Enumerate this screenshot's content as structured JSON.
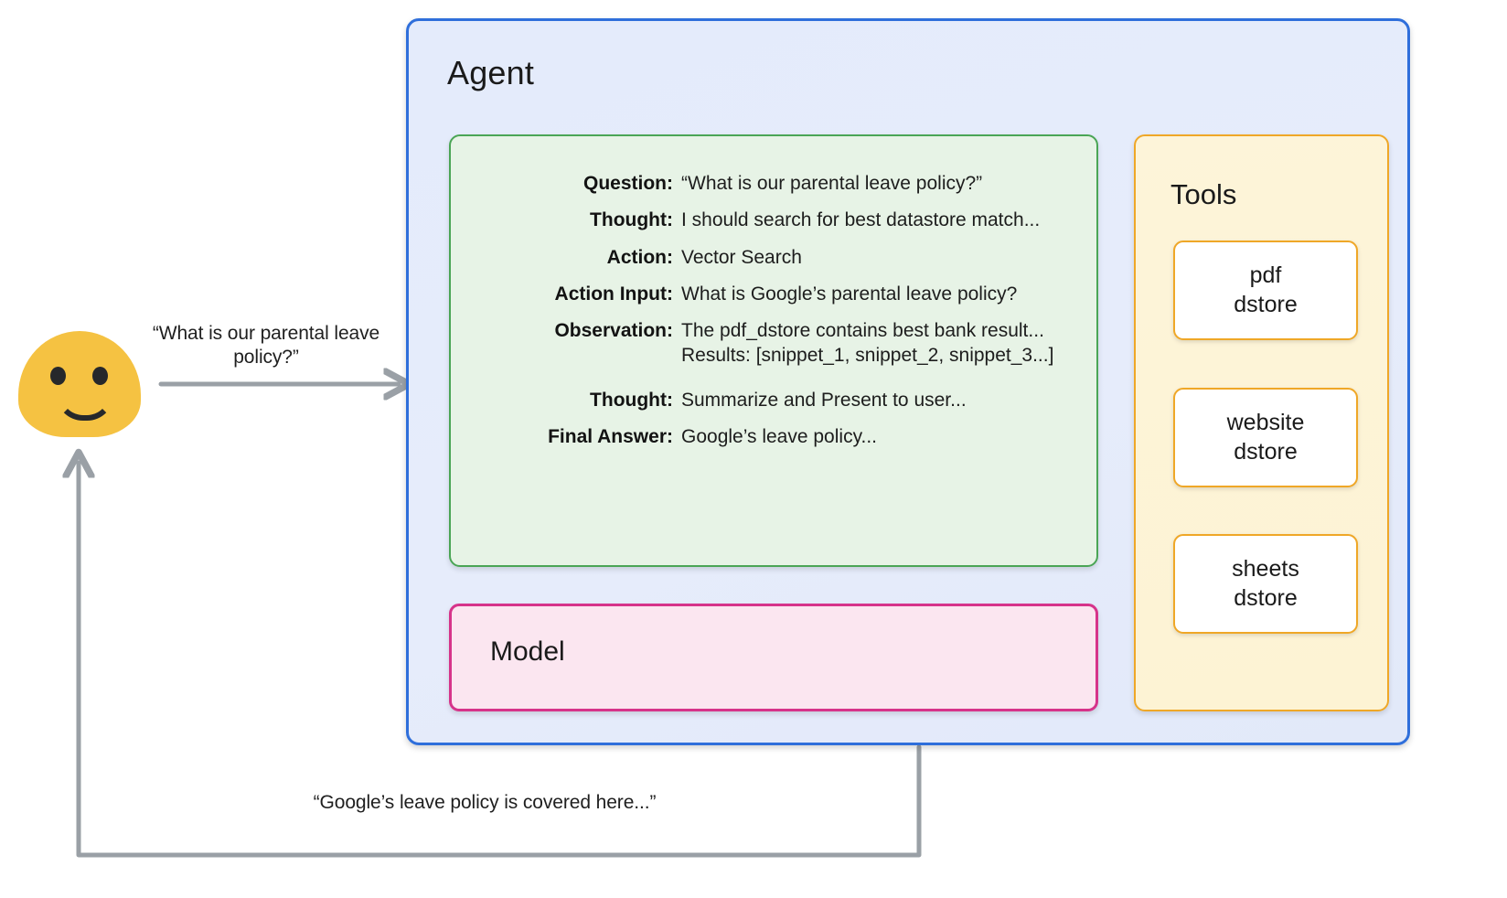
{
  "agent": {
    "title": "Agent",
    "react": {
      "rows": [
        {
          "key": "Question:",
          "value": "“What is our parental leave policy?”"
        },
        {
          "key": "Thought:",
          "value": "I should search for best datastore match..."
        },
        {
          "key": "Action:",
          "value": "Vector Search"
        },
        {
          "key": "Action Input:",
          "value": "What is Google’s parental leave policy?"
        },
        {
          "key": "Observation:",
          "value": "The pdf_dstore contains best bank result...",
          "value2": "Results: [snippet_1, snippet_2, snippet_3...]"
        },
        {
          "key": "Thought:",
          "value": "Summarize and Present to user..."
        },
        {
          "key": "Final Answer:",
          "value": "Google’s leave policy..."
        }
      ]
    },
    "model": {
      "title": "Model"
    },
    "tools": {
      "title": "Tools",
      "items": [
        {
          "line1": "pdf",
          "line2": "dstore"
        },
        {
          "line1": "website",
          "line2": "dstore"
        },
        {
          "line1": "sheets",
          "line2": "dstore"
        }
      ]
    }
  },
  "flow": {
    "question_label": "“What is our parental leave policy?”",
    "answer_label": "“Google’s leave policy is covered here...”"
  },
  "colors": {
    "agent_border": "#2f6fdb",
    "agent_fill": "#e4ebfb",
    "react_border": "#4aa555",
    "react_fill": "#e7f3e6",
    "model_border": "#d6338a",
    "model_fill": "#fbe6f0",
    "tools_border": "#efa727",
    "tools_fill": "#fdf4d9",
    "tool_card_fill": "#ffffff",
    "avatar": "#f5c242",
    "arrow": "#9aa0a6",
    "dotted_connector": "#9aa0a6"
  }
}
